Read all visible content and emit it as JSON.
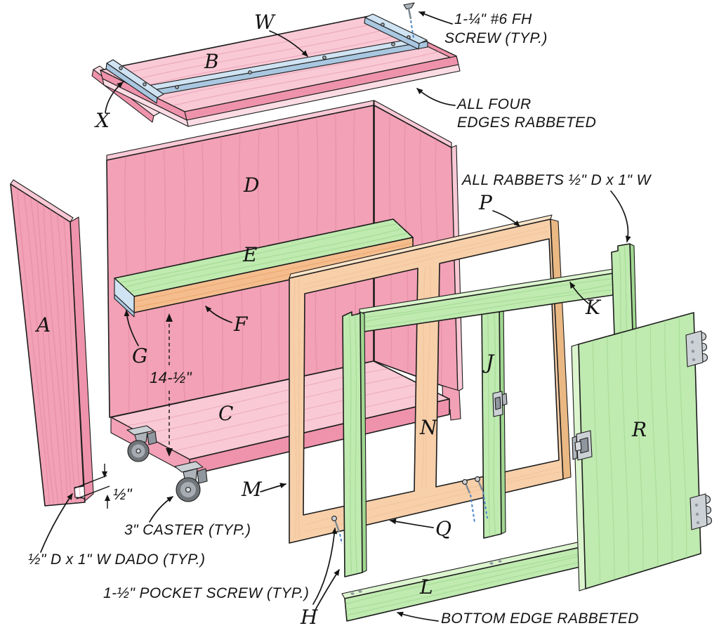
{
  "figure": "exploded-view construction drawing of a rolling cabinet cart",
  "part_labels": [
    "A",
    "B",
    "C",
    "D",
    "E",
    "F",
    "G",
    "H",
    "J",
    "K",
    "L",
    "M",
    "N",
    "P",
    "Q",
    "R",
    "W",
    "X"
  ],
  "annotations": {
    "screw_note": {
      "line1": "1-¼\" #6 FH",
      "line2": "SCREW (TYP.)"
    },
    "edges_note": {
      "line1": "ALL FOUR",
      "line2": "EDGES RABBETED"
    },
    "rabbets_note": {
      "line1": "ALL RABBETS ½\" D x 1\" W"
    },
    "caster_note": {
      "line1": "3\" CASTER (TYP.)"
    },
    "dado_note": {
      "line1": "½\" D x 1\" W DADO (TYP.)"
    },
    "pocket_note": {
      "line1": "1-½\" POCKET SCREW (TYP.)"
    },
    "bottom_note": {
      "line1": "BOTTOM EDGE RABBETED"
    },
    "dim_shelf": "14-½\"",
    "dim_dado": "½\""
  },
  "colors": {
    "bg": "#ffffff",
    "pink_face": "#f2a1b6",
    "pink_light": "#f9c9d6",
    "pink_edge": "#ee93ab",
    "pink_pale": "#fbdce4",
    "grain_pink": "#dd7f99",
    "green_face": "#bfeab0",
    "green_light": "#dcf5cf",
    "green_edge": "#a0d790",
    "grain_green": "#92d07f",
    "tan_face": "#f7cfa9",
    "tan_light": "#fbe5ca",
    "tan_edge": "#eab883",
    "tan_shelf": "#f5bd8d",
    "grain_tan": "#e39a63",
    "grain_tan2": "#eec09a",
    "blue_face": "#cfe3f2",
    "blue_edge": "#a9c7e0",
    "metal": "#ccd1d6",
    "metal_mid": "#aeb4ba",
    "metal_dark": "#8f969d",
    "wheel_dark": "#70757a",
    "wheel_mid": "#a6acb2",
    "wheel_hub": "#d6dade",
    "outline": "#1c1c1c",
    "ink": "#141414",
    "screw_blue": "#4a86c8",
    "screw_metal": "#7d8a94"
  }
}
